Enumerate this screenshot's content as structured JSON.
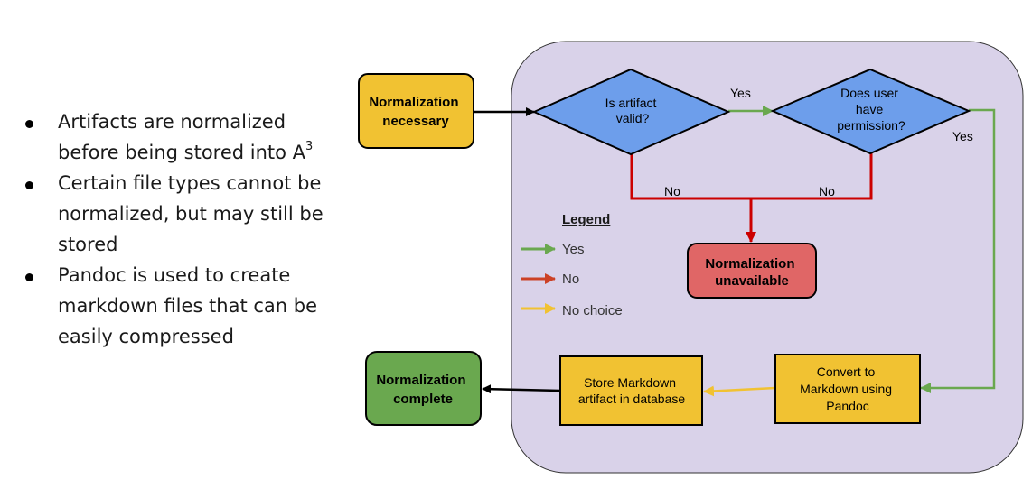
{
  "bullets": [
    {
      "text": "Artifacts are normalized before being stored into A",
      "sup": "3"
    },
    {
      "text": "Certain file types cannot be normalized, but may still be stored",
      "sup": ""
    },
    {
      "text": "Pandoc is used to create markdown files that can be easily compressed",
      "sup": ""
    }
  ],
  "flowchart": {
    "start_node": [
      "Normalization",
      "necessary"
    ],
    "decision_valid": [
      "Is artifact",
      "valid?"
    ],
    "decision_permission": [
      "Does user",
      "have",
      "permission?"
    ],
    "unavailable_node": [
      "Normalization",
      "unavailable"
    ],
    "convert_node": [
      "Convert to",
      "Markdown using",
      "Pandoc"
    ],
    "store_node": [
      "Store Markdown",
      "artifact in database"
    ],
    "complete_node": [
      "Normalization",
      "complete"
    ],
    "edge_labels": {
      "yes_1": "Yes",
      "yes_2": "Yes",
      "no_1": "No",
      "no_2": "No"
    }
  },
  "legend": {
    "title": "Legend",
    "items": [
      {
        "label": "Yes",
        "color": "#6aa84f"
      },
      {
        "label": "No",
        "color": "#cc4125"
      },
      {
        "label": "No choice",
        "color": "#f1c232"
      }
    ]
  },
  "colors": {
    "panel": "#d9d2e9",
    "decision": "#6d9eeb",
    "process": "#f1c232",
    "error": "#e06666",
    "complete": "#6aa84f",
    "yes_arrow": "#6aa84f",
    "no_line": "#cc0000",
    "no_choice_arrow": "#f1c232"
  }
}
